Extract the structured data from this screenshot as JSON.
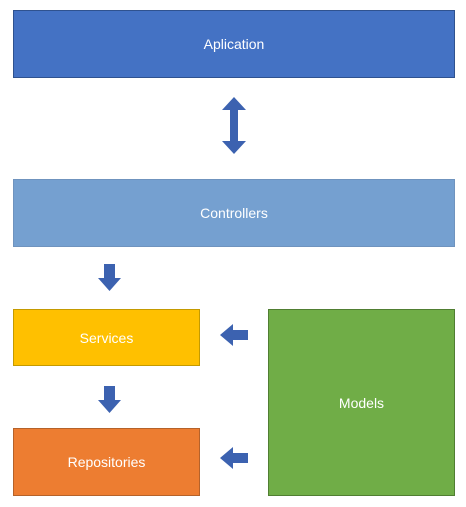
{
  "boxes": {
    "application": {
      "label": "Aplication",
      "color": "#4472c4"
    },
    "controllers": {
      "label": "Controllers",
      "color": "#75a0d0"
    },
    "services": {
      "label": "Services",
      "color": "#ffc000"
    },
    "repositories": {
      "label": "Repositories",
      "color": "#ed7d31"
    },
    "models": {
      "label": "Models",
      "color": "#70ad47"
    }
  },
  "arrow_color": "#3c62b0",
  "arrows": [
    {
      "name": "application-controllers-arrow",
      "type": "bidirectional-vertical"
    },
    {
      "name": "controllers-services-arrow",
      "type": "down"
    },
    {
      "name": "services-repositories-arrow",
      "type": "down"
    },
    {
      "name": "models-services-arrow",
      "type": "left"
    },
    {
      "name": "models-repositories-arrow",
      "type": "left"
    }
  ]
}
